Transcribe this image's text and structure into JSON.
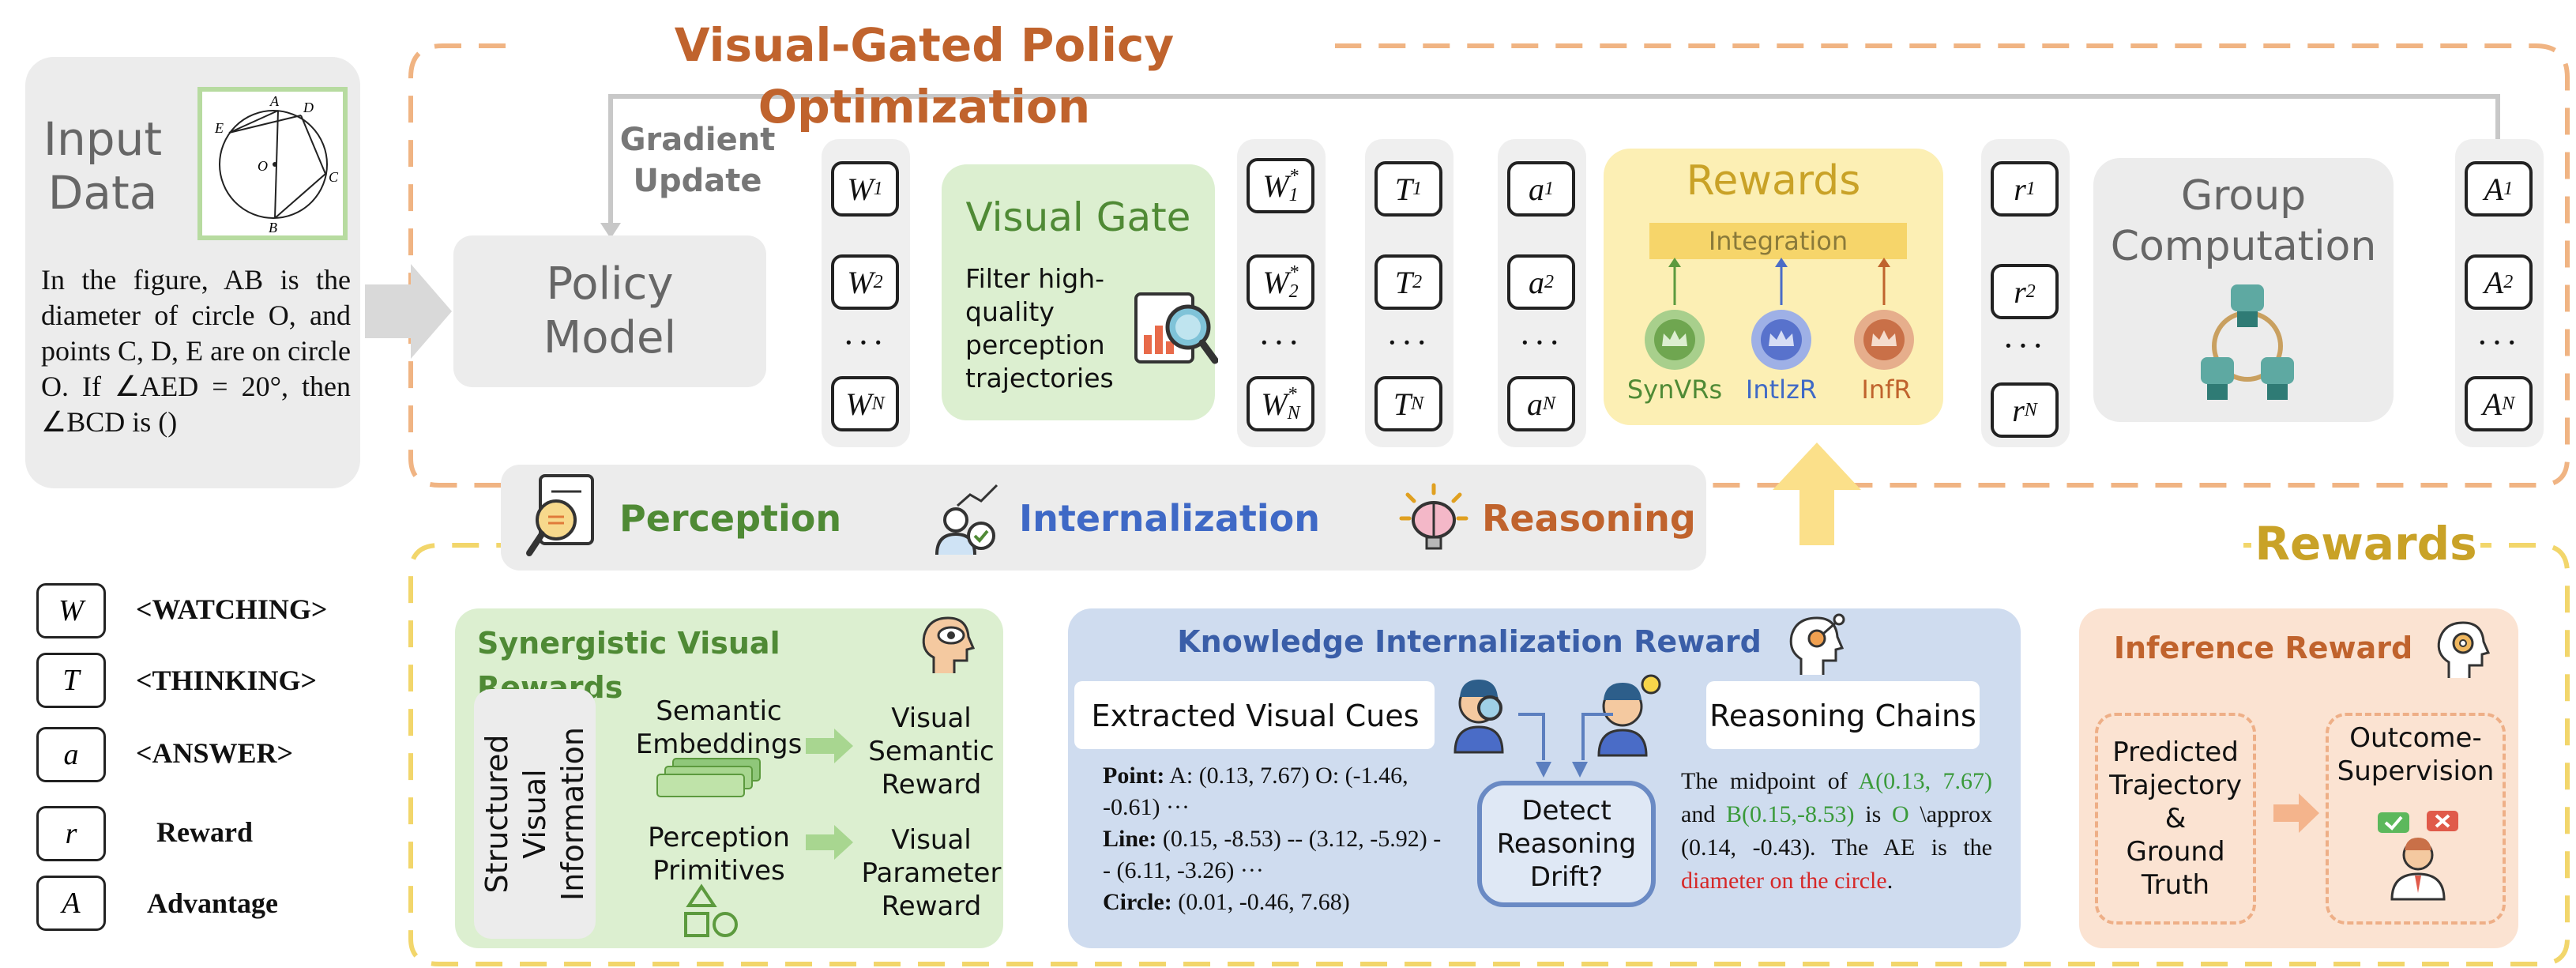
{
  "title": "Visual-Gated Policy Optimization",
  "input": {
    "heading": "Input Data",
    "question": "In the figure, AB is the diameter of circle O, and points C, D, E are on circle O. If ∠AED = 20°, then ∠BCD is ()",
    "figure_labels": {
      "A": "A",
      "D": "D",
      "E": "E",
      "O": "O",
      "C": "C",
      "B": "B"
    }
  },
  "gradient_update": "Gradient Update",
  "policy_model": "Policy Model",
  "tokens": {
    "w": [
      "W",
      "W",
      "W"
    ],
    "w_sub": [
      "1",
      "2",
      "N"
    ],
    "ws": [
      "W",
      "W",
      "W"
    ],
    "ws_sub": [
      "1",
      "2",
      "N"
    ],
    "ws_sup": "*",
    "t": [
      "T",
      "T",
      "T"
    ],
    "t_sub": [
      "1",
      "2",
      "N"
    ],
    "a": [
      "a",
      "a",
      "a"
    ],
    "a_sub": [
      "1",
      "2",
      "N"
    ],
    "r": [
      "r",
      "r",
      "r"
    ],
    "r_sub": [
      "1",
      "2",
      "N"
    ],
    "adv": [
      "A",
      "A",
      "A"
    ],
    "adv_sub": [
      "1",
      "2",
      "N"
    ],
    "ellipsis": "···"
  },
  "visual_gate": {
    "title": "Visual Gate",
    "desc": [
      "Filter high-",
      "quality",
      "perception",
      "trajectories"
    ]
  },
  "rewards_top": {
    "title": "Rewards",
    "integration": "Integration",
    "items": [
      "SynVRs",
      "IntlzR",
      "InfR"
    ],
    "colors": [
      "#5c9a3e",
      "#4a6cc7",
      "#c0632d"
    ]
  },
  "group_computation": "Group Computation",
  "pipeline": {
    "steps": [
      "Perception",
      "Internalization",
      "Reasoning"
    ],
    "colors": [
      "#4f8a35",
      "#3f69c6",
      "#c0632d"
    ]
  },
  "rewards_section_title": "Rewards",
  "legend": [
    {
      "sym": "W",
      "label": "<WATCHING>"
    },
    {
      "sym": "T",
      "label": "<THINKING>"
    },
    {
      "sym": "a",
      "label": "<ANSWER>"
    },
    {
      "sym": "r",
      "label": "Reward"
    },
    {
      "sym": "A",
      "label": "Advantage"
    }
  ],
  "synergistic": {
    "title": "Synergistic Visual Rewards",
    "structured": [
      "Structured",
      "Visual",
      "Information"
    ],
    "semantic": [
      "Semantic",
      "Embeddings"
    ],
    "primitives": [
      "Perception",
      "Primitives"
    ],
    "out1": [
      "Visual",
      "Semantic",
      "Reward"
    ],
    "out2": [
      "Visual",
      "Parameter",
      "Reward"
    ]
  },
  "knowledge": {
    "title": "Knowledge Internalization Reward",
    "cues_title": "Extracted Visual Cues",
    "chains_title": "Reasoning Chains",
    "point_label": "Point:",
    "point_text": "A: (0.13, 7.67)   O: (-1.46, -0.61) ···",
    "line_label": "Line:",
    "line_text": "(0.15, -8.53) -- (3.12, -5.92) -- (6.11, -3.26) ···",
    "circle_label": "Circle:",
    "circle_text": "(0.01, -0.46, 7.68)",
    "detect": [
      "Detect",
      "Reasoning",
      "Drift?"
    ],
    "chain_parts": {
      "p1": "The midpoint of ",
      "p2": "A(0.13, 7.67)",
      "p3": " and ",
      "p4": "B(0.15,-8.53)",
      "p5": " is ",
      "p6": "O",
      "p7": " \\approx (0.14, -0.43). The AE is the ",
      "p8": "diameter on the circle",
      "p9": "."
    }
  },
  "inference": {
    "title": "Inference Reward",
    "left": [
      "Predicted",
      "Trajectory",
      "&",
      "Ground",
      "Truth"
    ],
    "right": [
      "Outcome-",
      "Supervision"
    ]
  }
}
